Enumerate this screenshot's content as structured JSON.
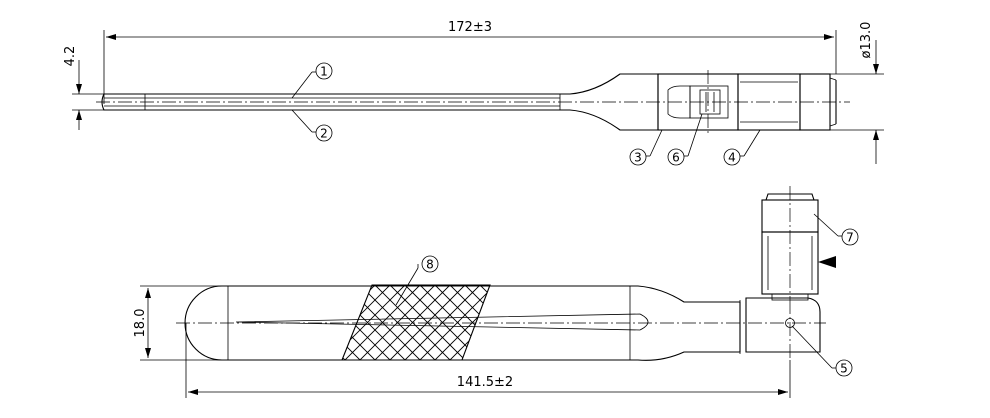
{
  "dimensions": {
    "overall_length": "172±3",
    "tip_diameter": "4.2",
    "connector_diameter": "ø13.0",
    "body_width": "18.0",
    "folded_length": "141.5±2"
  },
  "callouts": [
    "1",
    "2",
    "3",
    "4",
    "5",
    "6",
    "7",
    "8"
  ]
}
